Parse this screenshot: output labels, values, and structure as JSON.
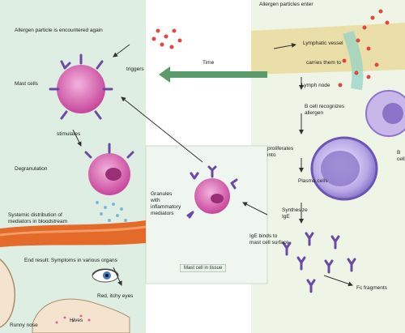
{
  "labels": {
    "allergen_enters": "Allergen particles enter",
    "lymphatic_vessel": "Lymphatic vessel",
    "carries_to": "carries them to",
    "lymph_node": "Lymph node",
    "b_cell_recognizes": "B cell recognizes\nallergen",
    "b_cell": "B cell",
    "proliferates": "proliferates\ninto",
    "plasma_cells": "Plasma cells",
    "synthesize": "Synthesize\nIgE",
    "fc_fragments": "Fc fragments",
    "mast_cell_in_tissue": "Mast cell in tissue",
    "ige_binds": "IgE binds to\nmast cell surface",
    "granules": "Granules\nwith\ninflammatory\nmediators",
    "time": "Time",
    "allergen_again": "Allergen particle is encountered again",
    "triggers": "triggers",
    "mast_cells": "Mast cells",
    "stimulates": "stimulates",
    "degranulation": "Degranulation",
    "systemic": "Systemic distribution of\nmediators in bloodstream",
    "end_result": "End result: Symptoms in various organs",
    "red_itchy_eyes": "Red, itchy eyes",
    "hives": "Hives",
    "runny_nose": "Runny nose"
  },
  "colors": {
    "left_panel": "#dfeee3",
    "right_panel": "#eef5e6",
    "skin": "#eadfa8",
    "blood_vessel": "#e46a2a",
    "mast_cell": "#c8469b",
    "plasma_cell": "#9a88cf",
    "b_cell": "#a68ed8",
    "antibody": "#6a4aa6",
    "allergen": "#e2473f",
    "arrow_green": "#5b9a6a"
  }
}
